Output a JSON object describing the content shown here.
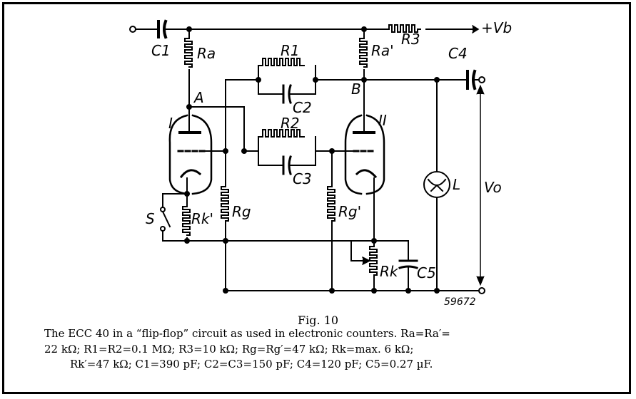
{
  "diagram": {
    "labels": {
      "C1": "C1",
      "C2": "C2",
      "C3": "C3",
      "C4": "C4",
      "C5": "C5",
      "R1": "R1",
      "R2": "R2",
      "R3": "R3",
      "Ra": "Ra",
      "Ra_prime": "Ra'",
      "Rg": "Rg",
      "Rg_prime": "Rg'",
      "Rk": "Rk",
      "Rk_prime": "Rk'",
      "node_A": "A",
      "node_B": "B",
      "tube_I": "I",
      "tube_II": "II",
      "S": "S",
      "L": "L",
      "Vo": "Vo",
      "Vb": "+Vb",
      "ref_number": "59672"
    }
  },
  "caption": {
    "fig_title": "Fig. 10",
    "line1": "The ECC 40 in a “flip-flop” circuit as used in electronic counters. Ra=Ra′=",
    "line2": "22 kΩ; R1=R2=0.1 MΩ; R3=10 kΩ; Rg=Rg′=47 kΩ; Rk=max. 6 kΩ;",
    "line3": "Rk′=47 kΩ; C1=390 pF; C2=C3=150 pF; C4=120 pF; C5=0.27 µF."
  },
  "colors": {
    "ink": "#000000",
    "paper": "#ffffff"
  }
}
